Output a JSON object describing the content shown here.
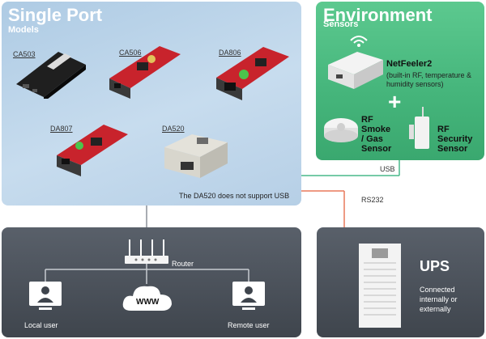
{
  "single_port": {
    "title": "Single Port",
    "subtitle": "Models",
    "models": [
      "CA503",
      "CA506",
      "DA806",
      "DA807",
      "DA520"
    ],
    "note": "The DA520 does not support USB"
  },
  "environment": {
    "title": "Environment",
    "subtitle": "Sensors",
    "netfeeler_name": "NetFeeler2",
    "netfeeler_desc_1": "(built-in RF, temperature &",
    "netfeeler_desc_2": "humidity sensors)",
    "plus": "+",
    "smoke_1": "RF",
    "smoke_2": "Smoke",
    "smoke_3": "/ Gas",
    "smoke_4": "Sensor",
    "security_1": "RF",
    "security_2": "Security",
    "security_3": "Sensor"
  },
  "connections": {
    "usb": "USB",
    "rs232": "RS232"
  },
  "network": {
    "router_label": "Router",
    "www_label": "WWW",
    "local_user": "Local user",
    "remote_user": "Remote user"
  },
  "ups": {
    "title": "UPS",
    "desc_1": "Connected",
    "desc_2": "internally or",
    "desc_3": "externally"
  },
  "colors": {
    "usb_line": "#49b98a",
    "rs232_line": "#e8785a",
    "network_line": "#8a9098"
  }
}
